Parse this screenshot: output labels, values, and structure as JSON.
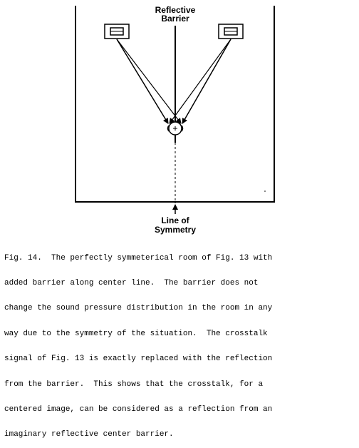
{
  "diagram": {
    "top_label_line1": "Reflective",
    "top_label_line2": "Barrier",
    "bottom_label_line1": "Line of",
    "bottom_label_line2": "Symmetry"
  },
  "caption": {
    "lines": [
      "Fig. 14.  The perfectly symmeterical room of Fig. 13 with",
      "added barrier along center line.  The barrier does not",
      "change the sound pressure distribution in the room in any",
      "way due to the symmetry of the situation.  The crosstalk",
      "signal of Fig. 13 is exactly replaced with the reflection",
      "from the barrier.  This shows that the crosstalk, for a",
      "centered image, can be considered as a reflection from an",
      "imaginary reflective center barrier."
    ]
  }
}
